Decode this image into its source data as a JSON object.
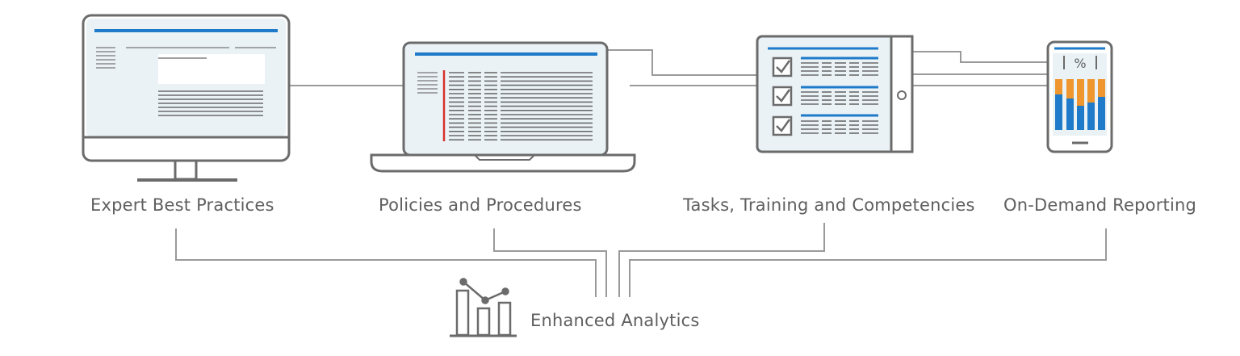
{
  "labels": {
    "expert": "Expert Best Practices",
    "policies": "Policies and Procedures",
    "tasks": "Tasks, Training and Competencies",
    "reporting": "On-Demand Reporting",
    "analytics": "Enhanced Analytics"
  },
  "phone": {
    "symbol": "%"
  },
  "colors": {
    "outline": "#6b6b6b",
    "connector": "#9a9a9a",
    "screen": "#eaf2f6",
    "accent_blue": "#1f7ac9",
    "accent_orange": "#f0962e",
    "accent_red": "#d9302c",
    "text_line": "#6b6b6b",
    "label": "#5f5f5f"
  },
  "icons": [
    "desktop-monitor-icon",
    "laptop-icon",
    "tablet-checklist-icon",
    "smartphone-chart-icon",
    "analytics-chart-icon",
    "checkbox-icon"
  ]
}
